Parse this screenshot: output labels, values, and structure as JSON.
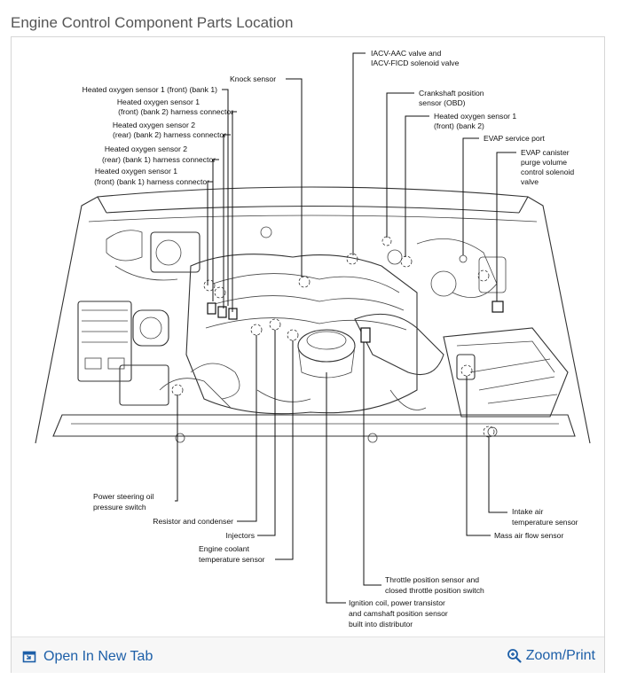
{
  "page": {
    "title": "Engine Control Component Parts Location"
  },
  "diagram": {
    "labels": {
      "knock_sensor": "Knock sensor",
      "iacv_1": "IACV-AAC valve and",
      "iacv_2": "IACV-FICD solenoid valve",
      "hos1_fb1": "Heated oxygen sensor 1 (front) (bank 1)",
      "hos1_fb2_h_1": "Heated oxygen sensor 1",
      "hos1_fb2_h_2": "(front) (bank 2) harness connector",
      "hos2_rb2_h_1": "Heated oxygen sensor 2",
      "hos2_rb2_h_2": "(rear) (bank 2) harness connector",
      "hos2_rb1_h_1": "Heated oxygen sensor 2",
      "hos2_rb1_h_2": "(rear) (bank 1) harness connector",
      "hos1_fb1_h_1": "Heated oxygen sensor 1",
      "hos1_fb1_h_2": "(front) (bank 1) harness connector",
      "crank_1": "Crankshaft position",
      "crank_2": "sensor (OBD)",
      "hos1_fb2_1": "Heated oxygen sensor 1",
      "hos1_fb2_2": "(front) (bank 2)",
      "evap_port": "EVAP service port",
      "evap_can_1": "EVAP canister",
      "evap_can_2": "purge volume",
      "evap_can_3": "control solenoid",
      "evap_can_4": "valve",
      "ps_oil_1": "Power steering oil",
      "ps_oil_2": "pressure switch",
      "resistor": "Resistor and condenser",
      "injectors": "Injectors",
      "coolant_1": "Engine coolant",
      "coolant_2": "temperature sensor",
      "intake_1": "Intake air",
      "intake_2": "temperature sensor",
      "maf": "Mass air flow sensor",
      "tps_1": "Throttle position sensor and",
      "tps_2": "closed throttle position switch",
      "ign_1": "Ignition coil, power transistor",
      "ign_2": "and camshaft position sensor",
      "ign_3": "built into distributor"
    }
  },
  "footer": {
    "open_new_tab": "Open In New Tab",
    "zoom_print": "Zoom/Print"
  },
  "colors": {
    "link": "#1d5fa8",
    "title": "#555555"
  },
  "icons": {
    "open_tab": "open-in-new-tab-icon",
    "zoom": "magnifier-zoom-icon"
  }
}
